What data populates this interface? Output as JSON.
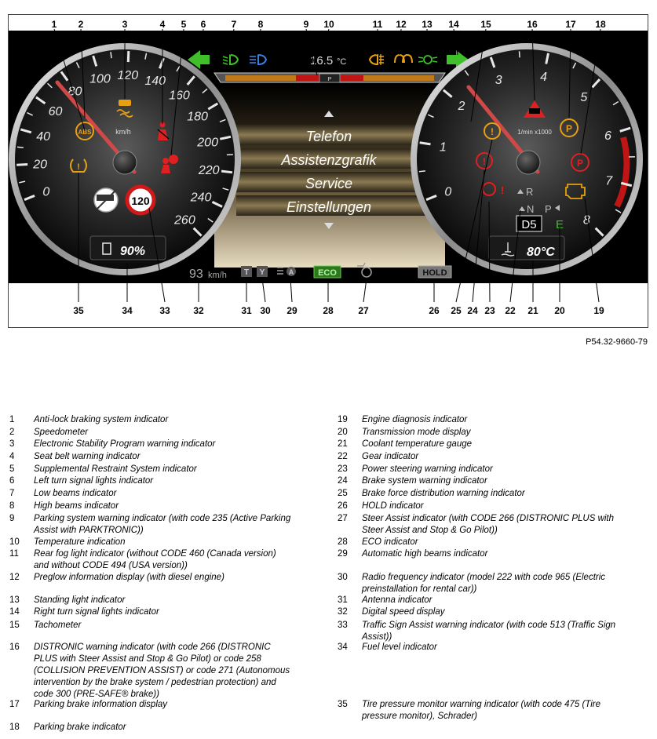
{
  "reference": "P54.32-9660-79",
  "speedometer": {
    "ticks": [
      "0",
      "20",
      "40",
      "60",
      "80",
      "100",
      "120",
      "140",
      "160",
      "180",
      "200",
      "220",
      "240",
      "260"
    ],
    "unit": "km/h"
  },
  "tachometer": {
    "ticks": [
      "0",
      "1",
      "2",
      "3",
      "4",
      "5",
      "6",
      "7",
      "8"
    ],
    "unit": "1/min x1000"
  },
  "display": {
    "temperature": "16.5",
    "temperature_unit": "°C",
    "menu": [
      "Telefon",
      "Assistenzgrafik",
      "Service",
      "Einstellungen"
    ],
    "fuel_level": "90%",
    "coolant_temp": "80°C",
    "digital_speed": "93",
    "digital_speed_unit": "km/h",
    "gear": "D5",
    "transmission_mode": "E",
    "gear_r": "R",
    "gear_n": "N",
    "gear_p": "P",
    "speed_sign": "120",
    "eco": "ECO",
    "hold": "HOLD",
    "antenna": "T",
    "radio_freq": "Y",
    "parktronic": "P",
    "auto_high_beam": "A",
    "abs": "ABS"
  },
  "callouts_top": [
    "1",
    "2",
    "3",
    "4",
    "5",
    "6",
    "7",
    "8",
    "9",
    "10",
    "11",
    "12",
    "13",
    "14",
    "15",
    "16",
    "17",
    "18"
  ],
  "callouts_bottom": [
    "35",
    "34",
    "33",
    "32",
    "31",
    "30",
    "29",
    "28",
    "27",
    "26",
    "25",
    "24",
    "23",
    "22",
    "21",
    "20",
    "19"
  ],
  "legend_left": [
    {
      "num": "1",
      "lines": [
        "Anti-lock braking system indicator"
      ]
    },
    {
      "num": "2",
      "lines": [
        "Speedometer"
      ]
    },
    {
      "num": "3",
      "lines": [
        "Electronic Stability Program warning indicator"
      ]
    },
    {
      "num": "4",
      "lines": [
        "Seat belt warning indicator"
      ]
    },
    {
      "num": "5",
      "lines": [
        "Supplemental Restraint System indicator"
      ]
    },
    {
      "num": "6",
      "lines": [
        "Left turn signal lights indicator"
      ]
    },
    {
      "num": "7",
      "lines": [
        "Low beams indicator"
      ]
    },
    {
      "num": "8",
      "lines": [
        "High beams indicator"
      ]
    },
    {
      "num": "9",
      "lines": [
        "Parking system warning indicator (with code 235 (Active Parking",
        "Assist with PARKTRONIC))"
      ]
    },
    {
      "num": "10",
      "lines": [
        "Temperature indication"
      ]
    },
    {
      "num": "11",
      "lines": [
        "Rear fog light indicator (without CODE 460 (Canada version)",
        "and without CODE 494 (USA version))"
      ]
    },
    {
      "num": "12",
      "lines": [
        "Preglow information display (with diesel engine)"
      ]
    },
    {
      "num": "13",
      "lines": [
        "Standing light indicator"
      ]
    },
    {
      "num": "14",
      "lines": [
        "Right turn signal lights indicator"
      ]
    },
    {
      "num": "15",
      "lines": [
        "Tachometer"
      ]
    },
    {
      "num": "16",
      "lines": [
        "DISTRONIC warning indicator (with code 266 (DISTRONIC",
        "PLUS with Steer Assist and Stop & Go Pilot) or code 258",
        "(COLLISION PREVENTION ASSIST) or code 271 (Autonomous",
        "intervention by the brake system / pedestrian protection) and",
        "code 300 (PRE-SAFE® brake))"
      ]
    },
    {
      "num": "17",
      "lines": [
        "Parking brake information display"
      ]
    },
    {
      "num": "18",
      "lines": [
        "Parking brake indicator"
      ]
    }
  ],
  "legend_right": [
    {
      "num": "19",
      "lines": [
        "Engine diagnosis indicator"
      ]
    },
    {
      "num": "20",
      "lines": [
        "Transmission mode display"
      ]
    },
    {
      "num": "21",
      "lines": [
        "Coolant temperature gauge"
      ]
    },
    {
      "num": "22",
      "lines": [
        "Gear indicator"
      ]
    },
    {
      "num": "23",
      "lines": [
        "Power steering warning indicator"
      ]
    },
    {
      "num": "24",
      "lines": [
        "Brake system warning indicator"
      ]
    },
    {
      "num": "25",
      "lines": [
        "Brake force distribution warning indicator"
      ]
    },
    {
      "num": "26",
      "lines": [
        "HOLD indicator"
      ]
    },
    {
      "num": "27",
      "lines": [
        "Steer Assist indicator (with CODE 266 (DISTRONIC PLUS with",
        "Steer Assist and Stop & Go Pilot))"
      ]
    },
    {
      "num": "28",
      "lines": [
        "ECO indicator"
      ]
    },
    {
      "num": "29",
      "lines": [
        "Automatic high beams indicator"
      ]
    },
    {
      "num": "30",
      "lines": [
        "Radio frequency indicator (model 222 with code 965 (Electric",
        "preinstallation for rental car))"
      ]
    },
    {
      "num": "31",
      "lines": [
        "Antenna indicator"
      ]
    },
    {
      "num": "32",
      "lines": [
        "Digital speed display"
      ]
    },
    {
      "num": "33",
      "lines": [
        "Traffic Sign Assist warning indicator (with code 513 (Traffic Sign",
        "Assist))"
      ]
    },
    {
      "num": "34",
      "lines": [
        "Fuel level indicator"
      ]
    },
    {
      "num": "35",
      "lines": [
        "Tire pressure monitor warning indicator (with code 475 (Tire",
        "pressure monitor), Schrader)"
      ]
    }
  ]
}
